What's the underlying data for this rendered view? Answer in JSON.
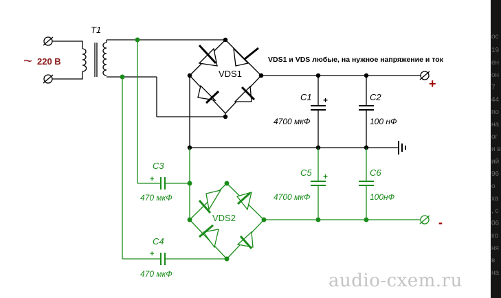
{
  "diagram": {
    "transformer_label": "T1",
    "mains_tilde": "~",
    "mains_voltage": "220 В",
    "bridge1_label": "VDS1",
    "bridge2_label": "VDS2",
    "note": "VDS1 и VDS любые, на нужное напряжение и ток",
    "c1": {
      "name": "C1",
      "value": "4700 мкФ",
      "polarity": "+"
    },
    "c2": {
      "name": "C2",
      "value": "100 нФ"
    },
    "c3": {
      "name": "C3",
      "value": "470 мкФ",
      "polarity": "+"
    },
    "c4": {
      "name": "C4",
      "value": "470 мкФ",
      "polarity": "+"
    },
    "c5": {
      "name": "C5",
      "value": "4700 мкФ",
      "polarity": "+"
    },
    "c6": {
      "name": "C6",
      "value": "100нФ"
    },
    "plus_terminal": "+",
    "minus_terminal": "-",
    "watermark": "audio-cxem.ru"
  },
  "sidebar_fragments": [
    "ос",
    "19",
    "ен",
    "он",
    "7",
    "44",
    "по",
    "на",
    "ог",
    "и в",
    "ий",
    "96",
    "о",
    "ха",
    ", с",
    "06",
    "ко",
    "ня",
    "в",
    "на"
  ],
  "colors": {
    "black_circuit": "#000000",
    "green_circuit": "#1a8c1a",
    "label_red": "#8b1a1a",
    "plus_red": "#a00000",
    "background": "#ffffff"
  }
}
